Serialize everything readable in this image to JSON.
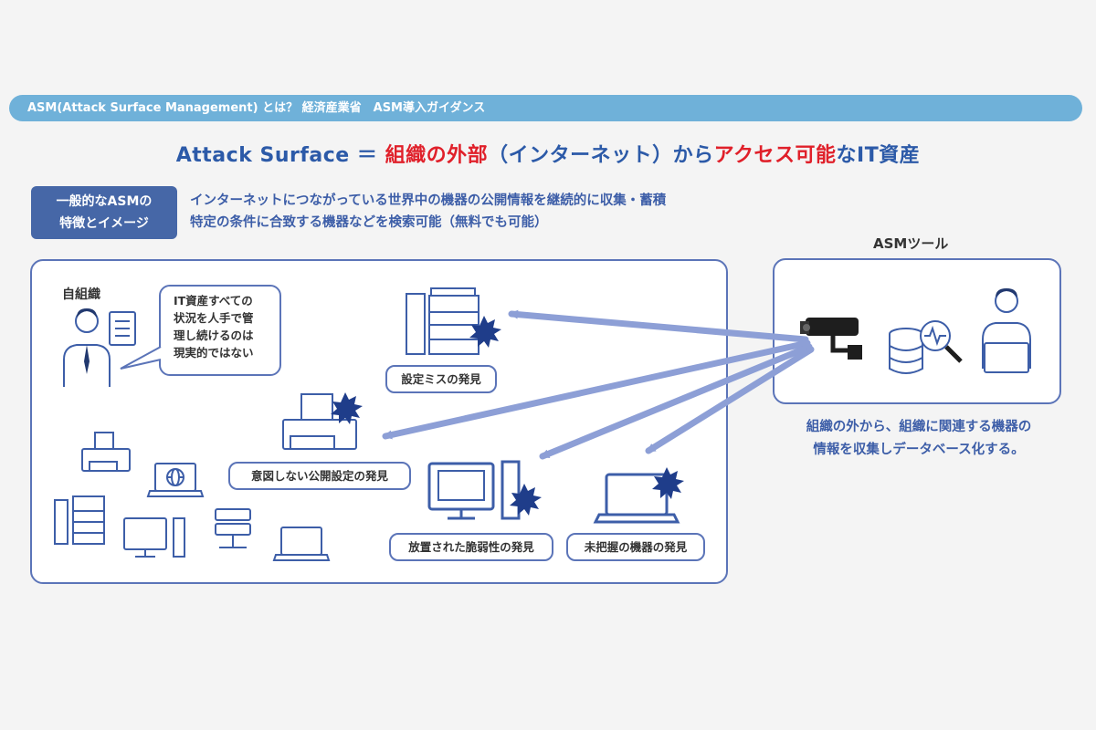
{
  "banner": {
    "text": "ASM(Attack Surface Management) とは？  経済産業省　ASM導入ガイダンス"
  },
  "headline": {
    "part1": "Attack Surface",
    "eq": "＝",
    "part2": "組織の外部",
    "part3": "（インターネット）から",
    "part4": "アクセス可能",
    "part5": "なIT資産"
  },
  "feature": {
    "label_line1": "一般的なASMの",
    "label_line2": "特徴とイメージ",
    "line1": "インターネットにつながっている世界中の機器の公開情報を継続的に収集・蓄積",
    "line2": "特定の条件に合致する機器などを検索可能（無料でも可能）"
  },
  "org": {
    "label": "自組織",
    "bubble": "IT資産すべての\n状況を人手で管\n理し続けるのは\n現実的ではない"
  },
  "findings": {
    "misconfig": "設定ミスの発見",
    "unintended": "意図しない公開設定の発見",
    "vuln": "放置された脆弱性の発見",
    "unknown": "未把握の機器の発見"
  },
  "asm": {
    "label": "ASMツール",
    "desc": "組織の外から、組織に関連する機器の\n情報を収集しデータベース化する。"
  },
  "colors": {
    "banner": "#6fb1d9",
    "accent_blue": "#2c5aa8",
    "accent_red": "#e0202a",
    "panel_border": "#5b74b8",
    "arrow": "#8d9fd6",
    "burst": "#1f3d8a"
  },
  "icons": [
    "person-icon",
    "clipboard-icon",
    "printer-icon",
    "multifunction-printer-icon",
    "desktop-pc-icon",
    "laptop-icon",
    "server-icon",
    "network-camera-icon",
    "database-search-icon",
    "analyst-laptop-icon",
    "burst-icon",
    "globe-laptop-icon"
  ]
}
